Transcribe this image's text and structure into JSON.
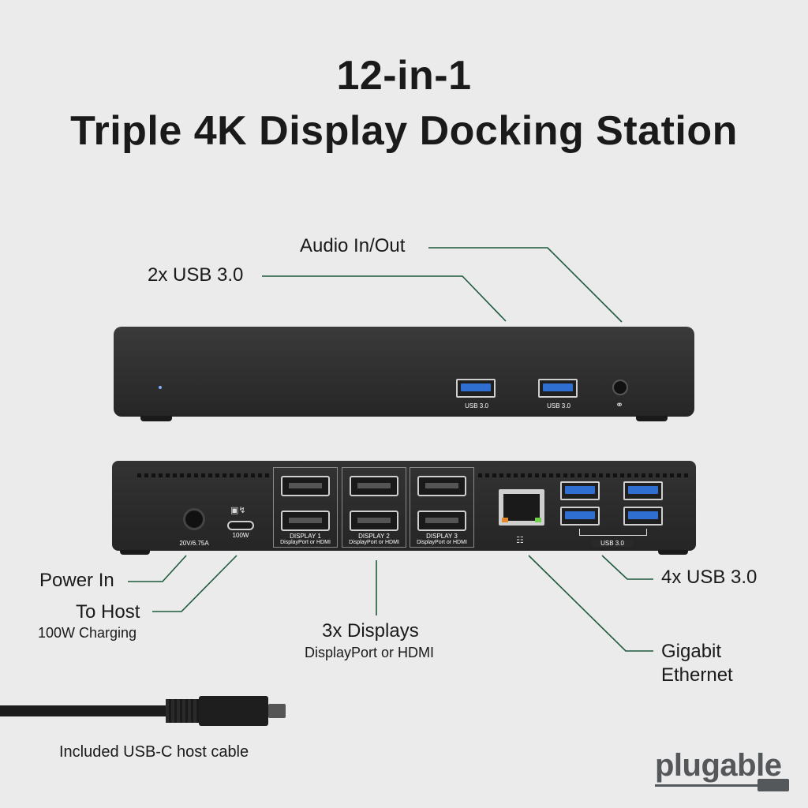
{
  "title": {
    "line1": "12-in-1",
    "line2": "Triple 4K Display Docking Station"
  },
  "callouts": {
    "audio": "Audio In/Out",
    "usb_front": "2x USB 3.0",
    "power_in": "Power In",
    "to_host": "To Host",
    "to_host_sub": "100W Charging",
    "displays": "3x Displays",
    "displays_sub": "DisplayPort or HDMI",
    "usb_rear": "4x USB 3.0",
    "ethernet_line1": "Gigabit",
    "ethernet_line2": "Ethernet",
    "cable": "Included USB-C host cable"
  },
  "front_ports": {
    "usb1": "USB 3.0",
    "usb2": "USB 3.0"
  },
  "rear_ports": {
    "power": "20V/6.75A",
    "usbc": "100W",
    "display1": "DISPLAY 1",
    "display2": "DISPLAY 2",
    "display3": "DISPLAY 3",
    "display_sub": "DisplayPort or HDMI",
    "usb_group": "USB 3.0"
  },
  "brand": {
    "logo": "plugable"
  },
  "colors": {
    "leader_line": "#1e5a3c",
    "device_body": "#2d2d2d",
    "usb_blue": "#2f6fd1",
    "logo_gray": "#55585b",
    "logo_green": "#1f7a3a"
  }
}
